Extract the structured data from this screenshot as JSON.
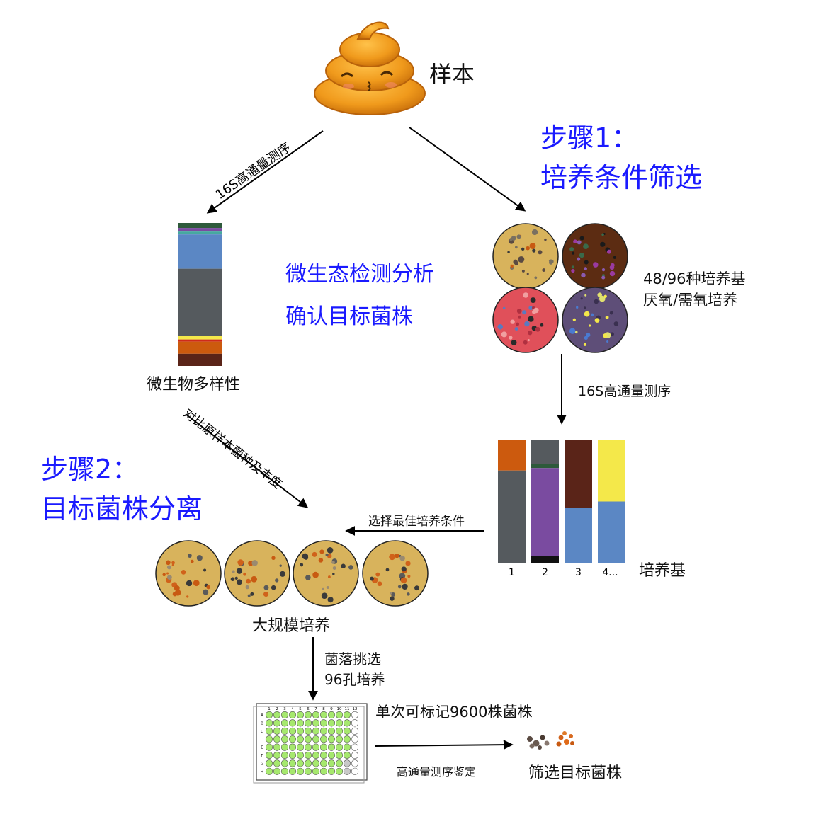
{
  "sample": {
    "label": "样本"
  },
  "step1": {
    "title": "步骤1：",
    "subtitle": "培养条件筛选"
  },
  "step2": {
    "title": "步骤2：",
    "subtitle": "目标菌株分离"
  },
  "analysis": {
    "line1": "微生态检测分析",
    "line2": "确认目标菌株"
  },
  "arrows": {
    "left_seq": "16S高通量测序",
    "right_seq": "16S高通量测序",
    "compare": "对比原样本菌种及丰度",
    "select": "选择最佳培养条件",
    "pick_line1": "菌落挑选",
    "pick_line2": "96孔培养",
    "identify": "高通量测序鉴定"
  },
  "diversity": {
    "label": "微生物多样性",
    "segments": [
      {
        "color": "#2e5a3b",
        "fraction": 0.035
      },
      {
        "color": "#7a4ba0",
        "fraction": 0.025
      },
      {
        "color": "#47a8a0",
        "fraction": 0.02
      },
      {
        "color": "#5b87c4",
        "fraction": 0.24
      },
      {
        "color": "#555a5e",
        "fraction": 0.47
      },
      {
        "color": "#f4e84a",
        "fraction": 0.025
      },
      {
        "color": "#cf2a1a",
        "fraction": 0.015
      },
      {
        "color": "#cc5a0e",
        "fraction": 0.085
      },
      {
        "color": "#5a2418",
        "fraction": 0.085
      }
    ]
  },
  "media": {
    "line1": "48/96种培养基",
    "line2": "厌氧/需氧培养",
    "plates": [
      {
        "color": "#d8b35c"
      },
      {
        "color": "#5c2c12"
      },
      {
        "color": "#e0505a"
      },
      {
        "color": "#5e4e78"
      }
    ]
  },
  "culture_bars": {
    "label": "培养基",
    "ticks": [
      "1",
      "2",
      "3",
      "4..."
    ],
    "bars": [
      {
        "segments": [
          {
            "color": "#cc5a0e",
            "fraction": 0.25
          },
          {
            "color": "#555a5e",
            "fraction": 0.75
          }
        ]
      },
      {
        "segments": [
          {
            "color": "#555a5e",
            "fraction": 0.195
          },
          {
            "color": "#2e5a3b",
            "fraction": 0.035
          },
          {
            "color": "#7a4ba0",
            "fraction": 0.71
          },
          {
            "color": "#111111",
            "fraction": 0.06
          }
        ]
      },
      {
        "segments": [
          {
            "color": "#5a2418",
            "fraction": 0.55
          },
          {
            "color": "#5b87c4",
            "fraction": 0.45
          }
        ]
      },
      {
        "segments": [
          {
            "color": "#f4e84a",
            "fraction": 0.5
          },
          {
            "color": "#5b87c4",
            "fraction": 0.5
          }
        ]
      }
    ]
  },
  "large_scale": {
    "label": "大规模培养",
    "plate_color": "#d8b35c"
  },
  "plate96": {
    "col_labels": [
      "1",
      "2",
      "3",
      "4",
      "5",
      "6",
      "7",
      "8",
      "9",
      "10",
      "11",
      "12"
    ],
    "row_labels": [
      "A",
      "B",
      "C",
      "D",
      "E",
      "F",
      "G",
      "H"
    ],
    "well_color": "#a6e86e",
    "empty_color": "#ffffff",
    "grey_color": "#c8c8c8"
  },
  "capacity": {
    "label": "单次可标记9600株菌株"
  },
  "result": {
    "label": "筛选目标菌株"
  }
}
